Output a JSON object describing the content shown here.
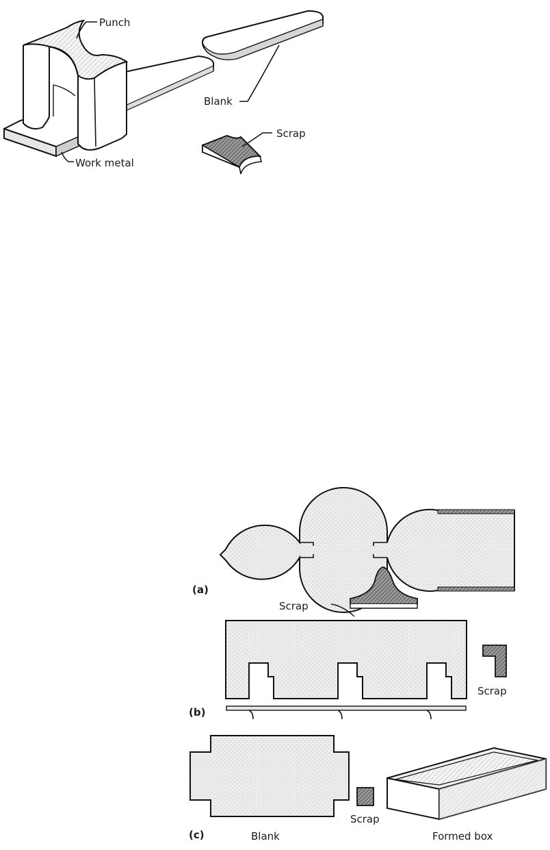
{
  "figure1": {
    "labels": {
      "punch": "Punch",
      "blank": "Blank",
      "scrap": "Scrap",
      "work_metal": "Work metal"
    }
  },
  "figure2": {
    "a": {
      "tag": "(a)",
      "scrap": "Scrap"
    },
    "b": {
      "tag": "(b)",
      "scrap": "Scrap"
    },
    "c": {
      "tag": "(c)",
      "blank": "Blank",
      "scrap": "Scrap",
      "formed_box": "Formed box"
    }
  }
}
